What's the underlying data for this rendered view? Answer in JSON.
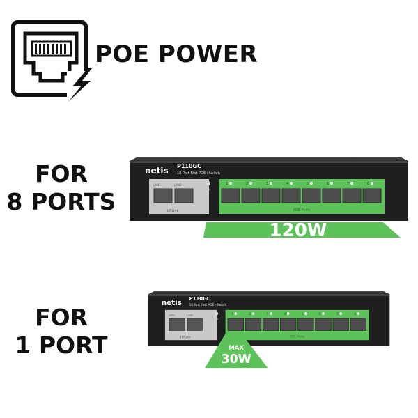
{
  "header": {
    "title": "POE POWER",
    "icon": "ethernet-port-power-icon"
  },
  "sections": [
    {
      "caption_line1": "FOR",
      "caption_line2": "8 PORTS",
      "power_label": "120W",
      "power_prefix": ""
    },
    {
      "caption_line1": "FOR",
      "caption_line2": "1 PORT",
      "power_label": "30W",
      "power_prefix": "MAX"
    }
  ],
  "device": {
    "brand": "netis",
    "model": "P110GC",
    "description": "10 Port Fast POE+Switch",
    "pwr_label": "PWR",
    "uplink_label": "UPLink",
    "lan_labels": [
      "LAN1",
      "LAN2"
    ],
    "poe_ports_label": "POE Ports",
    "port_numbers": [
      "1",
      "2",
      "3",
      "4",
      "5",
      "6",
      "7",
      "8"
    ]
  },
  "colors": {
    "accent_green": "#5ec25a",
    "device_body": "#2a2a2a",
    "text": "#111111"
  }
}
